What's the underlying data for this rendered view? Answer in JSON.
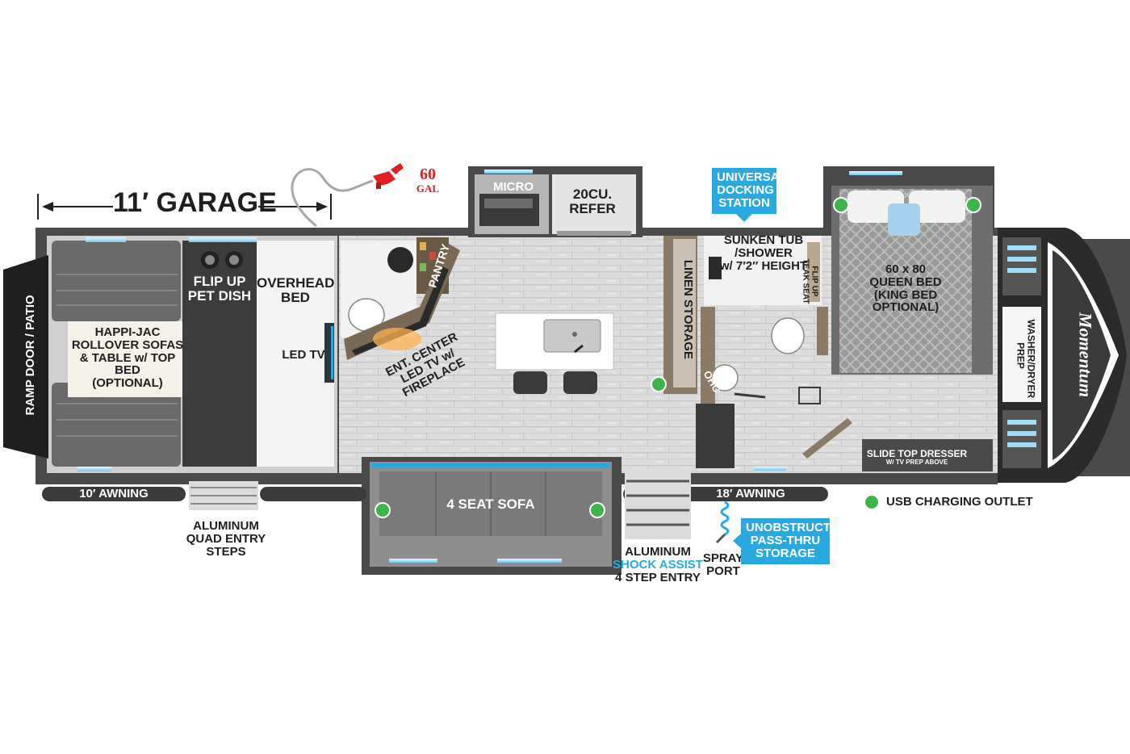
{
  "colors": {
    "wall": "#4a4a4a",
    "floor": "#d9d9d9",
    "accent_blue": "#29a9e0",
    "usb_green": "#3cb54a",
    "fuel_red": "#e02020",
    "dark": "#2b2b2b",
    "white": "#ffffff"
  },
  "dimensions": {
    "garage": "11′ GARAGE"
  },
  "fuel": {
    "line1": "60",
    "line2": "GAL",
    "icon": "fuel-nozzle-icon"
  },
  "labels": {
    "ramp_door": "RAMP DOOR / PATIO",
    "happi_jac": "HAPPI-JAC\nROLLOVER SOFAS\n& TABLE w/ TOP BED\n(OPTIONAL)",
    "flip_up_pet_dish": "FLIP UP\nPET DISH",
    "overhead_bed": "OVERHEAD\nBED",
    "led_tv": "LED TV",
    "micro": "MICRO",
    "refer": "20CU.\nREFER",
    "pantry": "PANTRY",
    "ent_center": "ENT. CENTER\nLED TV w/ FIREPLACE",
    "linen_storage": "LINEN STORAGE",
    "sunken_tub": "SUNKEN TUB /SHOWER\nw/ 7′2″ HEIGHT",
    "flip_up_teak": "FLIP UP\nTEAK SEAT",
    "ohc": "OHC",
    "queen_bed": "60 x 80\nQUEEN BED\n(KING BED OPTIONAL)",
    "washer_dryer": "WASHER/DRYER\nPREP",
    "slide_top_dresser": "SLIDE TOP DRESSER",
    "tv_prep_above": "W/ TV PREP ABOVE",
    "four_seat_sofa": "4 SEAT SOFA",
    "ten_awning": "10′ AWNING",
    "eighteen_awning": "18′ AWNING",
    "aluminum_quad": "ALUMINUM\nQUAD ENTRY\nSTEPS",
    "aluminum_top": "ALUMINUM",
    "shock_assist": "SHOCK ASSIST",
    "four_step_entry": "4 STEP ENTRY",
    "spray_port": "SPRAY\nPORT",
    "brand_logo": "Momentum"
  },
  "callouts": {
    "universal_docking": "UNIVERSAL\nDOCKING\nSTATION",
    "unobstructed": "UNOBSTRUCTED\nPASS-THRU\nSTORAGE"
  },
  "legend": {
    "usb_charging": "USB CHARGING OUTLET",
    "usb_icon": "usb-outlet-dot-icon"
  }
}
